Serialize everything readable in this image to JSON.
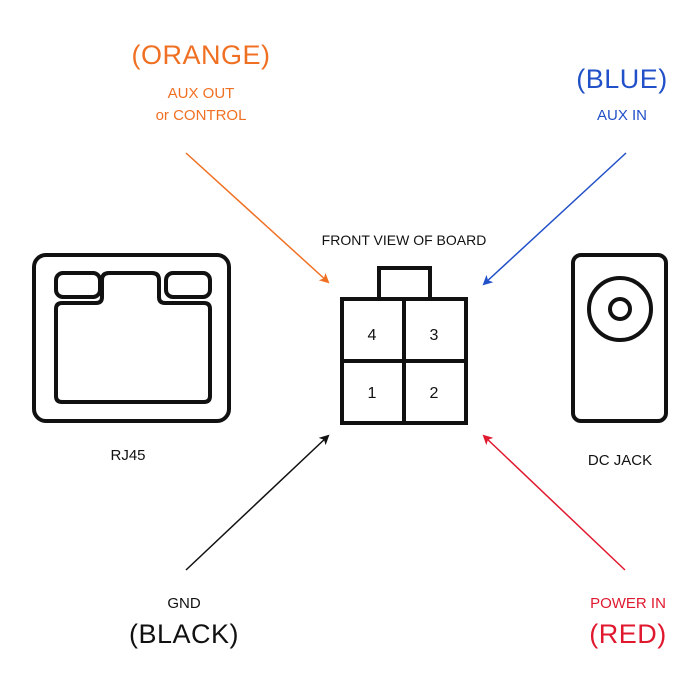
{
  "diagram": {
    "title": "FRONT VIEW OF BOARD",
    "pins": [
      {
        "number": "4",
        "color_name": "ORANGE",
        "function": "AUX OUT or CONTROL"
      },
      {
        "number": "3",
        "color_name": "BLUE",
        "function": "AUX IN"
      },
      {
        "number": "1",
        "color_name": "BLACK",
        "function": "GND"
      },
      {
        "number": "2",
        "color_name": "RED",
        "function": "POWER IN"
      }
    ],
    "labels": {
      "orange_color": "(ORANGE)",
      "orange_line1": "AUX OUT",
      "orange_line2": "or CONTROL",
      "blue_color": "(BLUE)",
      "blue_line1": "AUX IN",
      "black_func": "GND",
      "black_color": "(BLACK)",
      "red_func": "POWER IN",
      "red_color": "(RED)"
    },
    "components": {
      "rj45": "RJ45",
      "dc_jack": "DC JACK"
    },
    "colors": {
      "orange": "#f07023",
      "blue": "#2150c8",
      "black": "#111111",
      "red": "#e0192f"
    }
  }
}
